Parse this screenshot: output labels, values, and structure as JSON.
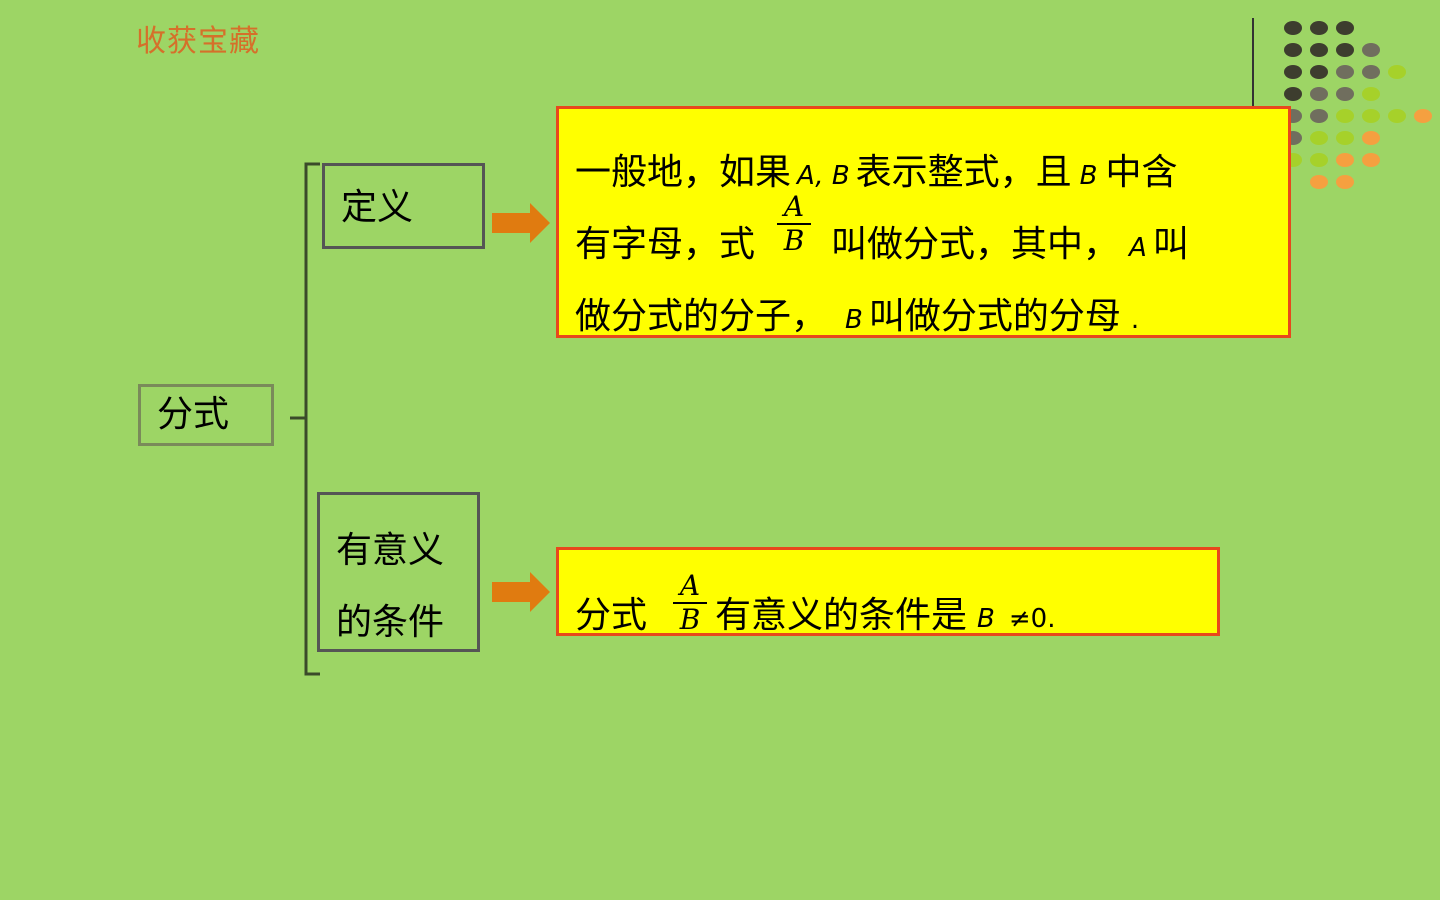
{
  "header": {
    "title": "收获宝藏"
  },
  "root": {
    "label": "分式"
  },
  "definition": {
    "label": "定义",
    "line1_a": "一般地，如果",
    "var_ab": "A, B",
    "line1_b": "表示整式，且",
    "var_b1": "B",
    "line1_c": "中含",
    "line2_a": "有字母，式",
    "frac_num": "A",
    "frac_den": "B",
    "line2_b": "叫做分式，其中，",
    "var_a": "A",
    "line2_c": "叫",
    "line3_a": "做分式的分子，",
    "var_b2": "B",
    "line3_b": "叫做分式的分母",
    "line3_end": "."
  },
  "condition": {
    "label_line1": "有意义",
    "label_line2": "的条件",
    "text_a": "分式",
    "frac_num": "A",
    "frac_den": "B",
    "text_b": "有意义的条件是",
    "var_b": "B",
    "text_c": "≠0."
  },
  "colors": {
    "background": "#9dd565",
    "highlight": "#ffff00",
    "highlight_border": "#e8481c",
    "arrow": "#e07b10",
    "title": "#d5702a"
  }
}
